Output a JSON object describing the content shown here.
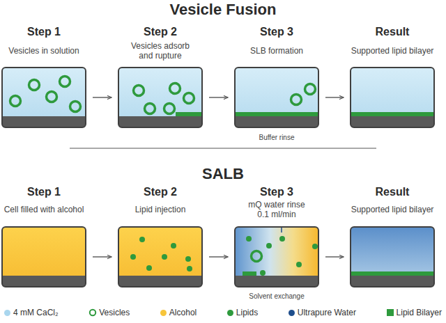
{
  "diagram": {
    "title": "Vesicle Fusion",
    "nodes": [
      {
        "text": [
          "Step 1",
          "Vesicles in solution"
        ]
      },
      {
        "text": [
          "Step 2",
          "Vesicles adsorb and rupture"
        ]
      },
      {
        "text": [
          "Step 3",
          "SLB formation"
        ]
      },
      {
        "text": [
          "Result",
          "Supported lipid bilayer"
        ]
      },
      {
        "text": [
          "Step 1",
          "Cell filled with alcohol"
        ]
      },
      {
        "text": [
          "Step 2",
          "Lipid injection"
        ]
      },
      {
        "text": [
          "Step 3",
          "mQ water rinse 0.1 ml/min"
        ]
      },
      {
        "text": [
          "Result",
          "Supported lipid bilayer"
        ]
      }
    ],
    "edges": [
      {
        "from": 0,
        "to": 1,
        "arrow": "to"
      },
      {
        "from": 1,
        "to": 2,
        "arrow": "to"
      },
      {
        "from": 2,
        "to": 3,
        "arrow": "to"
      },
      {
        "from": 4,
        "to": 5,
        "arrow": "to"
      },
      {
        "from": 5,
        "to": 6,
        "arrow": "to"
      },
      {
        "from": 6,
        "to": 7,
        "arrow": "to"
      }
    ],
    "labels": [
      "Buffer rinse",
      "SALB",
      "Solvent exchange"
    ],
    "legend": [
      {
        "text": "4 mM CaCl₂",
        "color": "#a9d6ee"
      },
      {
        "text": "Vesicles"
      },
      {
        "text": "Alcohol",
        "color": "#f7c53a"
      },
      {
        "text": "Lipids",
        "color": "#2e9a3d"
      },
      {
        "text": "Ultrapure Water",
        "color": "#1f4e8c"
      },
      {
        "text": "Lipid Bilayer",
        "color": "#2e9a3d"
      }
    ]
  }
}
